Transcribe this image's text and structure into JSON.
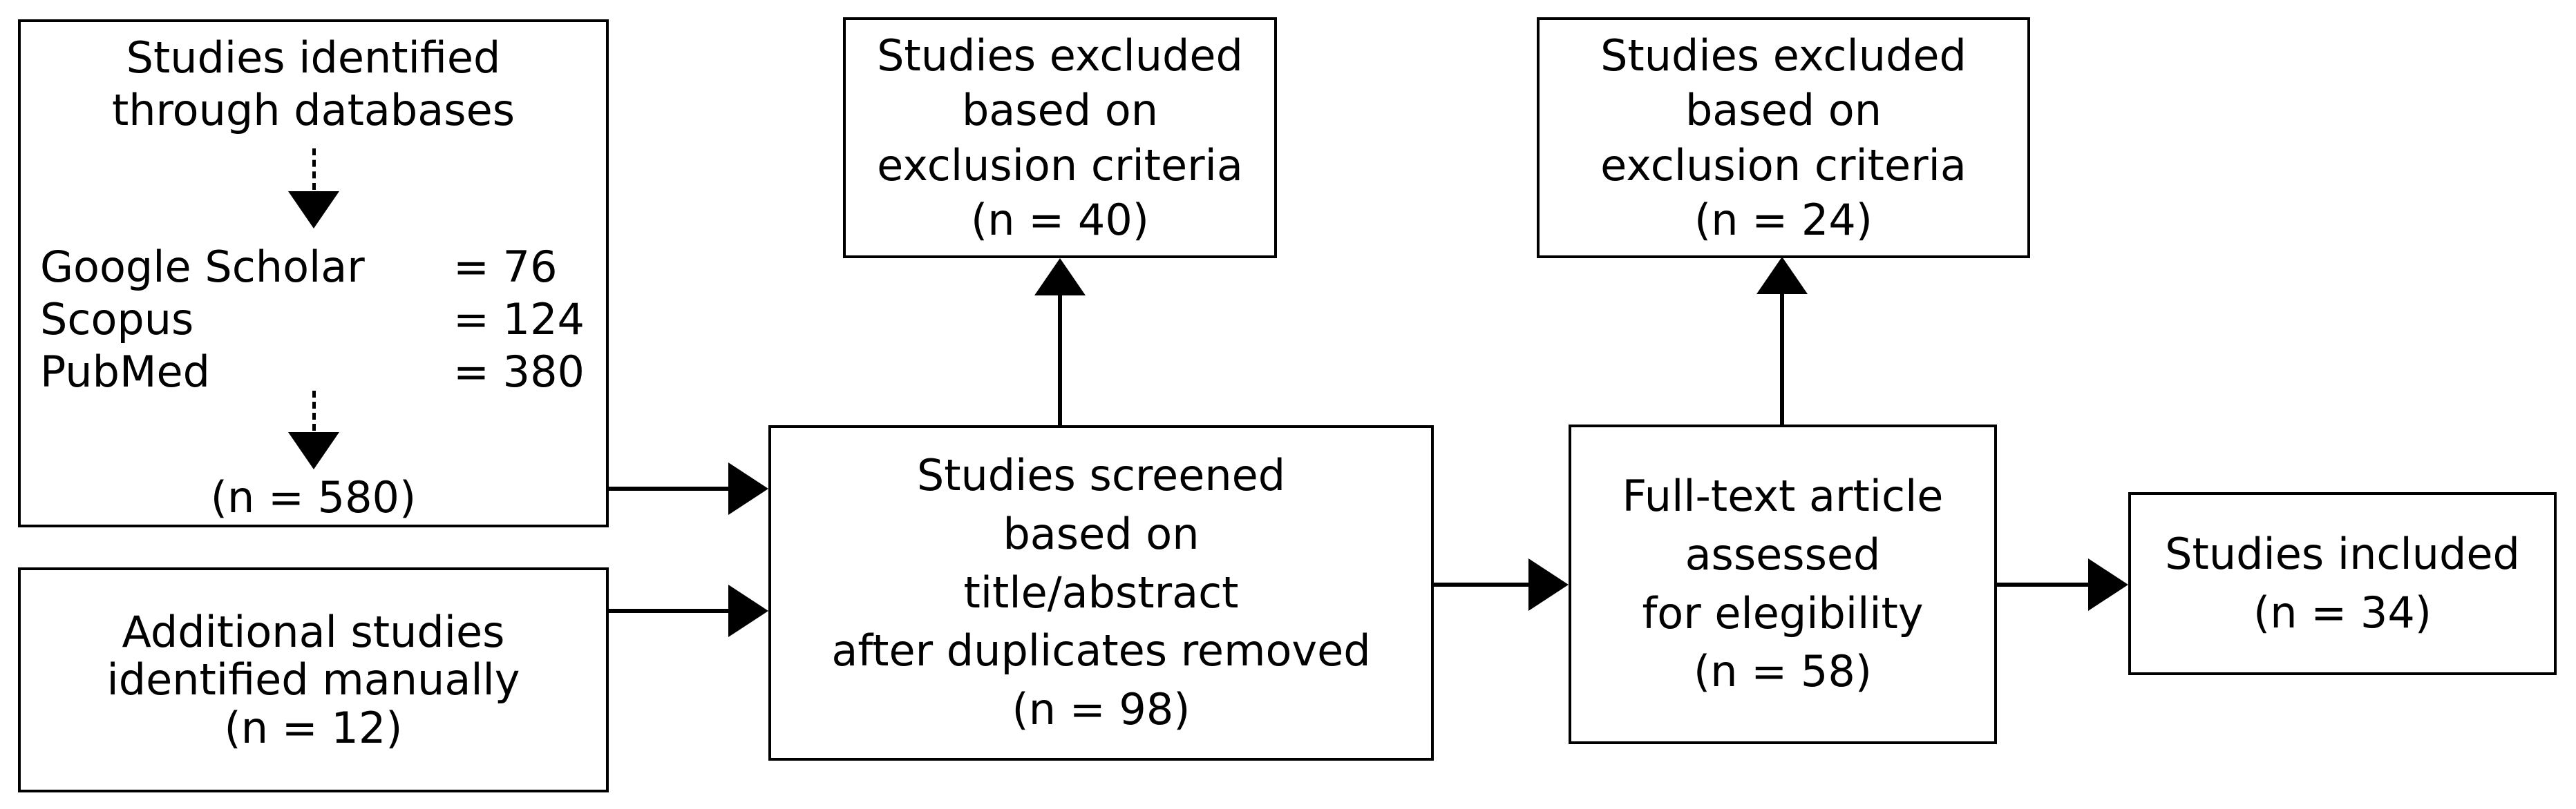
{
  "diagram": {
    "background": "#ffffff",
    "line_color": "#000000",
    "boxes": {
      "databases": {
        "title": [
          "Studies identified",
          "through databases"
        ],
        "sources": [
          {
            "label": "Google Scholar",
            "value": "= 76"
          },
          {
            "label": "Scopus",
            "value": "= 124"
          },
          {
            "label": "PubMed",
            "value": "= 380"
          }
        ],
        "total": "(n = 580)"
      },
      "additional": {
        "lines": [
          "Additional studies",
          "identified manually",
          "(n = 12)"
        ]
      },
      "screened": {
        "lines": [
          "Studies screened",
          "based on",
          "title/abstract",
          "after duplicates removed",
          "(n = 98)"
        ]
      },
      "excluded_top": {
        "lines": [
          "Studies excluded",
          "based on",
          "exclusion criteria",
          "(n = 40)"
        ]
      },
      "excluded_right": {
        "lines": [
          "Studies excluded",
          "based on",
          "exclusion criteria",
          "(n = 24)"
        ]
      },
      "fulltext": {
        "lines": [
          "Full-text article",
          "assessed",
          "for elegibility",
          "(n = 58)"
        ]
      },
      "included": {
        "lines": [
          "Studies included",
          "(n = 34)"
        ]
      }
    }
  }
}
